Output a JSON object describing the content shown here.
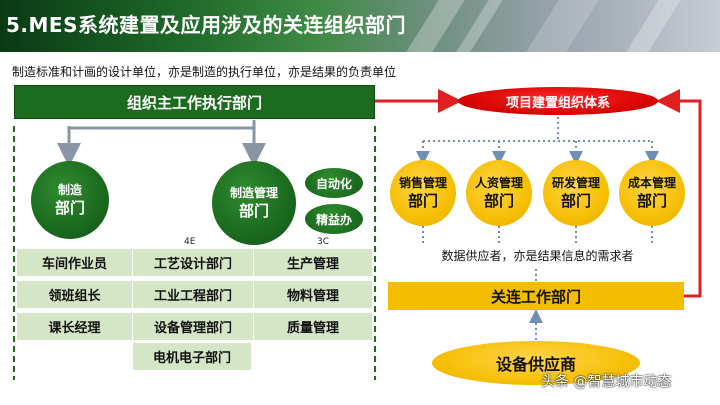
{
  "title": "5.MES系统建置及应用涉及的关连组织部门",
  "subtitle": "制造标准和计画的设计单位，亦是制造的执行单位，亦是结果的负责单位",
  "main_dept": "组织主工作执行部门",
  "project_org": "项目建置组织体系",
  "manufacturing": {
    "line1": "制造",
    "line2": "部门"
  },
  "mfg_management": {
    "line1": "制造管理",
    "line2": "部门"
  },
  "automation": "自动化",
  "lean": "精益办",
  "tag_4e": "4E",
  "tag_3c": "3C",
  "col1": [
    "车间作业员",
    "领班组长",
    "课长经理"
  ],
  "col2": [
    "工艺设计部门",
    "工业工程部门",
    "设备管理部门",
    "电机电子部门"
  ],
  "col3": [
    "生产管理",
    "物料管理",
    "质量管理"
  ],
  "related_depts": [
    {
      "line1": "销售管理",
      "line2": "部门"
    },
    {
      "line1": "人资管理",
      "line2": "部门"
    },
    {
      "line1": "研发管理",
      "line2": "部门"
    },
    {
      "line1": "成本管理",
      "line2": "部门"
    }
  ],
  "data_note": "数据供应者，亦是结果信息的需求者",
  "related_work": "关连工作部门",
  "supplier": "设备供应商",
  "watermark": "头条 @智慧城市动态",
  "colors": {
    "green": "#1d6b1f",
    "red": "#d40000",
    "yellow": "#f5bd00",
    "cell": "#d4e6c6",
    "arrow": "#8a96a6"
  }
}
